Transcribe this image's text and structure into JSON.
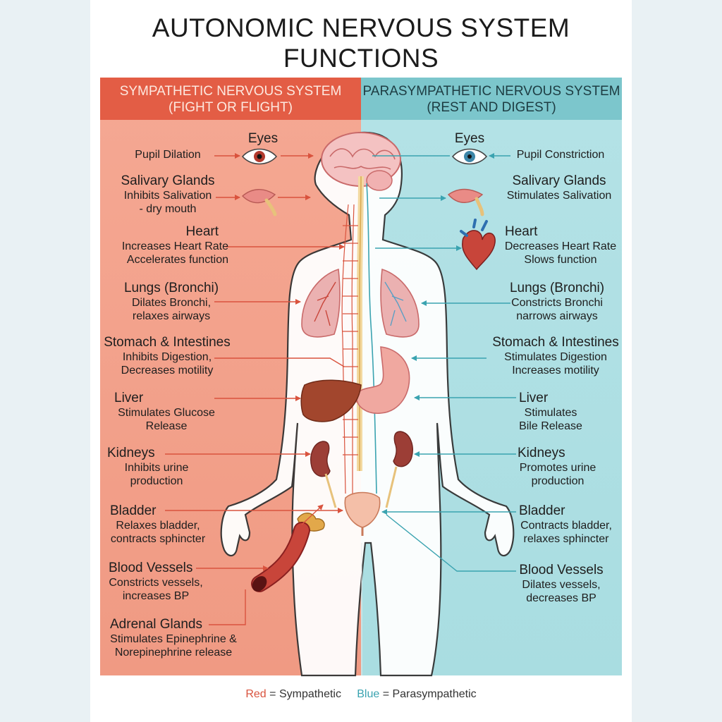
{
  "title": {
    "line1": "AUTONOMIC  NERVOUS SYSTEM",
    "line2": "FUNCTIONS"
  },
  "sympathetic": {
    "header_line1": "SYMPATHETIC NERVOUS SYSTEM",
    "header_line2": "(FIGHT OR FLIGHT)"
  },
  "parasympathetic": {
    "header_line1": "PARASYMPATHETIC NERVOUS SYSTEM",
    "header_line2": "(REST AND DIGEST)"
  },
  "organs": {
    "eyes": {
      "left_title": "Eyes",
      "left_desc1": "Pupil Dilation",
      "right_title": "Eyes",
      "right_desc1": "Pupil Constriction"
    },
    "salivary": {
      "left_title": "Salivary Glands",
      "left_desc1": "Inhibits Salivation",
      "left_desc2": "- dry mouth",
      "right_title": "Salivary Glands",
      "right_desc1": "Stimulates Salivation"
    },
    "heart": {
      "left_title": "Heart",
      "left_desc1": "Increases Heart Rate",
      "left_desc2": "Accelerates function",
      "right_title": "Heart",
      "right_desc1": "Decreases Heart Rate",
      "right_desc2": "Slows function"
    },
    "lungs": {
      "left_title": "Lungs (Bronchi)",
      "left_desc1": "Dilates Bronchi,",
      "left_desc2": "relaxes airways",
      "right_title": "Lungs (Bronchi)",
      "right_desc1": "Constricts Bronchi",
      "right_desc2": "narrows airways"
    },
    "stomach": {
      "left_title": "Stomach & Intestines",
      "left_desc1": "Inhibits Digestion,",
      "left_desc2": "Decreases motility",
      "right_title": "Stomach & Intestines",
      "right_desc1": "Stimulates Digestion",
      "right_desc2": "Increases motility"
    },
    "liver": {
      "left_title": "Liver",
      "left_desc1": "Stimulates Glucose",
      "left_desc2": "Release",
      "right_title": "Liver",
      "right_desc1": "Stimulates",
      "right_desc2": "Bile Release"
    },
    "kidneys": {
      "left_title": "Kidneys",
      "left_desc1": "Inhibits urine",
      "left_desc2": "production",
      "right_title": "Kidneys",
      "right_desc1": "Promotes urine",
      "right_desc2": "production"
    },
    "bladder": {
      "left_title": "Bladder",
      "left_desc1": "Relaxes bladder,",
      "left_desc2": "contracts sphincter",
      "right_title": "Bladder",
      "right_desc1": "Contracts bladder,",
      "right_desc2": "relaxes sphincter"
    },
    "vessels": {
      "left_title": "Blood Vessels",
      "left_desc1": "Constricts vessels,",
      "left_desc2": "increases BP",
      "right_title": "Blood Vessels",
      "right_desc1": "Dilates vessels,",
      "right_desc2": "decreases BP"
    },
    "adrenal": {
      "left_title": "Adrenal Glands",
      "left_desc1": "Stimulates Epinephrine &",
      "left_desc2": "Norepinephrine release"
    }
  },
  "legend": {
    "red": "Red",
    "red_eq": " = Sympathetic",
    "blue": "Blue",
    "blue_eq": " = Parasympathetic"
  },
  "colors": {
    "sympathetic": "#e35d45",
    "parasympathetic": "#7cc6cc",
    "sym_line": "#d9533e",
    "para_line": "#3aa3b0"
  }
}
